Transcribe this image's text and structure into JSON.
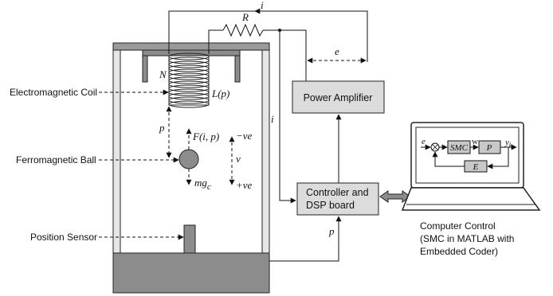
{
  "labels": {
    "electromagnetic_coil": "Electromagnetic Coil",
    "ferromagnetic_ball": "Ferromagnetic Ball",
    "position_sensor": "Position Sensor",
    "power_amplifier": "Power Amplifier",
    "controller_line1": "Controller and",
    "controller_line2": "DSP board",
    "computer_line1": "Computer Control",
    "computer_line2": "(SMC in MATLAB with",
    "computer_line3": "Embedded Coder)"
  },
  "symbols": {
    "current_top": "i",
    "resistor": "R",
    "error_voltage": "e",
    "coil_turns": "N",
    "inductance": "L(p)",
    "position_p": "p",
    "force": "F(i, p)",
    "gravity": "mg",
    "gravity_sub": "c",
    "neg_ve": "−ve",
    "velocity": "v",
    "pos_ve": "+ve",
    "current_left": "i",
    "sensor_p": "p"
  },
  "screen": {
    "input_e": "e",
    "smc": "SMC",
    "w": "w",
    "plant": "P",
    "output_y": "y",
    "output_sub": "k",
    "estimator": "E"
  }
}
